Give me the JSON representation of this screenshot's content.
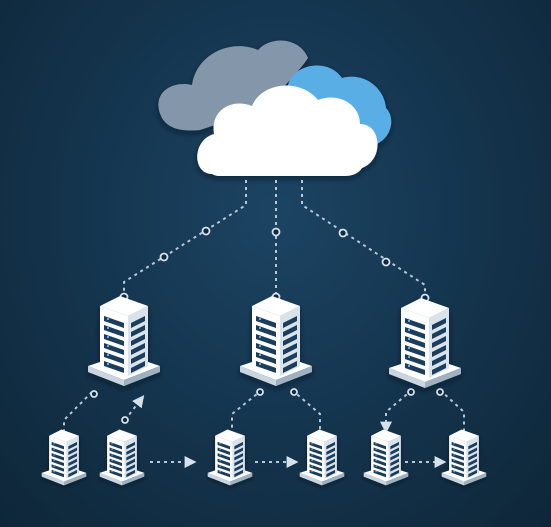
{
  "colors": {
    "background": "#153650",
    "cloud_main": "#ffffff",
    "cloud_back_gray": "#8496a9",
    "cloud_back_blue": "#5aaee6",
    "server_face": "#ffffff",
    "server_dark": "#1a3d5c",
    "connector": "#b9c8d6"
  },
  "icons": {
    "cloud": "cloud-icon",
    "server": "server-rack-icon",
    "node": "connector-node-icon",
    "arrow": "arrow-head-icon"
  },
  "diagram": {
    "kind": "hierarchical-network",
    "root": "cloud",
    "tiers": [
      {
        "name": "primary-servers",
        "count": 3
      },
      {
        "name": "edge-servers",
        "count": 6
      }
    ]
  }
}
